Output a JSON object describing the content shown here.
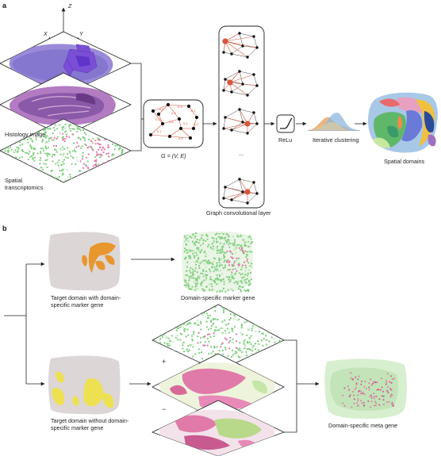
{
  "panels": {
    "a": "a",
    "b": "b"
  },
  "axes": {
    "x": "X",
    "y": "Y",
    "z": "Z"
  },
  "panel_a": {
    "histology_label": "Histology image",
    "spatial_label_line1": "Spatial",
    "spatial_label_line2": "transcriptomics",
    "graph_formula": "G = (V, E)",
    "edge_weights": [
      "0.5",
      "0.3",
      "0.1",
      "0.3",
      "0.2",
      "0.4",
      "0.1",
      "0.5",
      "0.2",
      "0.3"
    ],
    "gcn_label": "Graph convolutional layer",
    "gcn_ellipsis": "...",
    "relu_label": "ReLu",
    "clustering_label": "Iterative clustering",
    "domains_label": "Spatial domains"
  },
  "panel_b": {
    "target_with_line1": "Target domain with domain-",
    "target_with_line2": "specific marker gene",
    "marker_gene_label": "Domain-specific marker gene",
    "target_without_line1": "Target domain without domain-",
    "target_without_line2": "specific marker gene",
    "meta_gene_label": "Domain-specific meta gene",
    "plus_sign": "+",
    "minus_sign": "−"
  },
  "colors": {
    "node_dark": "#111111",
    "node_highlight": "#d9553a",
    "edge_red": "#d9553a",
    "tissue_grey": "#dcd6d6",
    "marker_orange": "#e8962e",
    "spot_green": "#7fcf7f",
    "spot_pink": "#e07aa8",
    "spot_yellow": "#eee24a",
    "histology_purple": "#8a5aa8",
    "hist_3d_purple": "#7a4fd6",
    "curve_orange": "#e7a86a",
    "curve_blue": "#8eb7dc"
  }
}
